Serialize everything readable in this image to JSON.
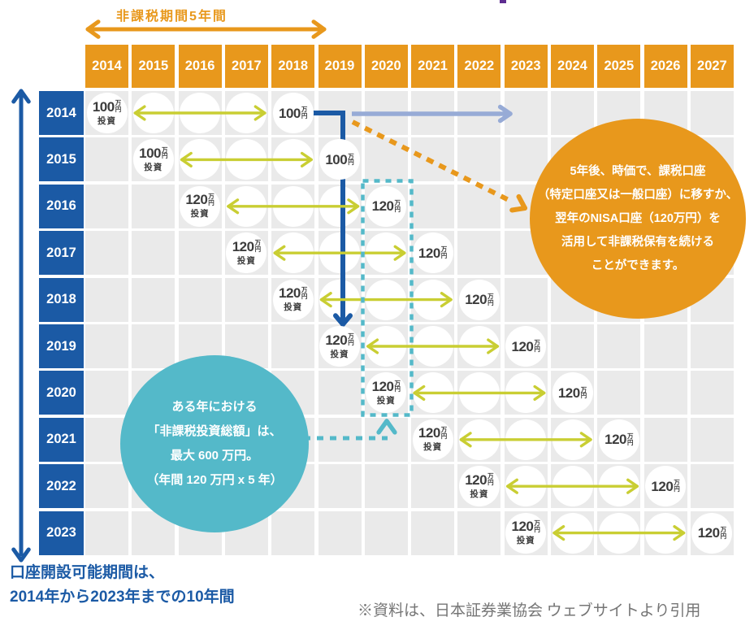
{
  "top": {
    "period_label": "非課税期間5年間"
  },
  "columns": [
    "2014",
    "2015",
    "2016",
    "2017",
    "2018",
    "2019",
    "2020",
    "2021",
    "2022",
    "2023",
    "2024",
    "2025",
    "2026",
    "2027"
  ],
  "rows": [
    {
      "year": "2014",
      "invest": "100",
      "end": "100"
    },
    {
      "year": "2015",
      "invest": "100",
      "end": "100"
    },
    {
      "year": "2016",
      "invest": "120",
      "end": "120"
    },
    {
      "year": "2017",
      "invest": "120",
      "end": "120"
    },
    {
      "year": "2018",
      "invest": "120",
      "end": "120"
    },
    {
      "year": "2019",
      "invest": "120",
      "end": "120"
    },
    {
      "year": "2020",
      "invest": "120",
      "end": "120"
    },
    {
      "year": "2021",
      "invest": "120",
      "end": "120"
    },
    {
      "year": "2022",
      "invest": "120",
      "end": "120"
    },
    {
      "year": "2023",
      "invest": "120",
      "end": "120"
    }
  ],
  "units": {
    "man": "万",
    "en": "円",
    "invest_label": "投資"
  },
  "orange_bubble": {
    "lines": [
      "5年後、時価で、課税口座",
      "（特定口座又は一般口座）に移すか、",
      "翌年のNISA口座（120万円）を",
      "活用して非課税保有を続ける",
      "ことができます。"
    ]
  },
  "teal_bubble": {
    "lines": [
      "ある年における",
      "「非課税投資総額」は、",
      "最大 600 万円。",
      "（年間 120 万円 x 5 年）"
    ]
  },
  "footer": {
    "left_line1": "口座開設可能期間は、",
    "left_line2": "2014年から2023年までの10年間",
    "source": "※資料は、日本証券業協会 ウェブサイトより引用"
  },
  "colors": {
    "orange": "#E8981C",
    "blue": "#1B5AA5",
    "teal": "#54B9C9",
    "yellow_green": "#C9CE33",
    "lavender": "#97ABD6",
    "grid_gray": "#EAEAEA",
    "text_dark": "#3C3C3C",
    "source_gray": "#757575",
    "purple_artifact": "#5E2D91"
  }
}
